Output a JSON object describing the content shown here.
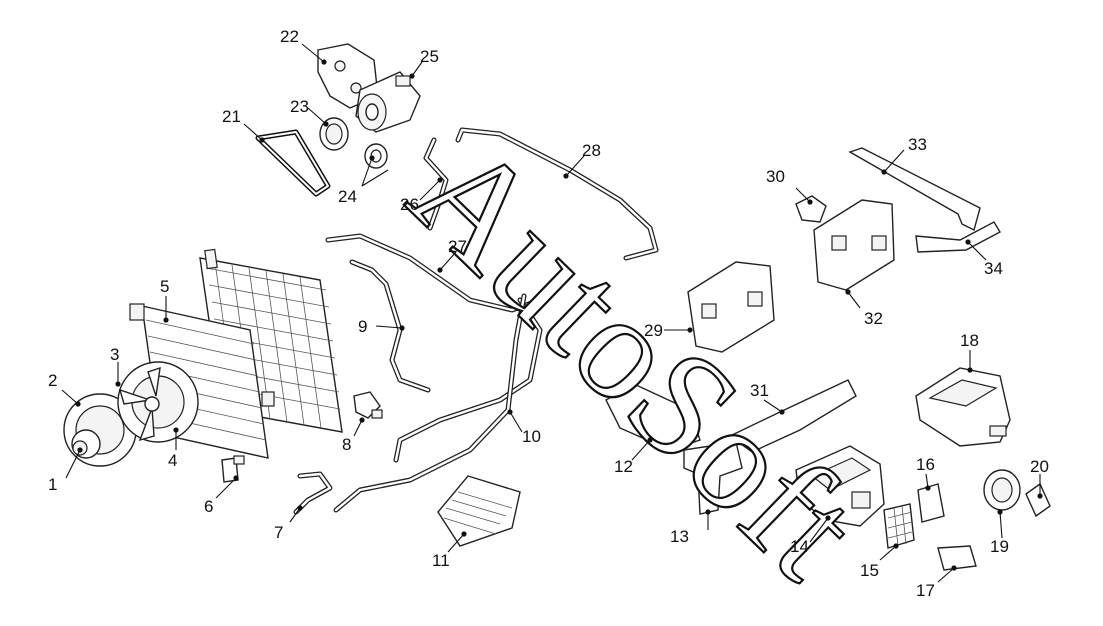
{
  "watermark": "AutoSoft",
  "labels": {
    "p1": "1",
    "p2": "2",
    "p3": "3",
    "p4": "4",
    "p5": "5",
    "p6": "6",
    "p7": "7",
    "p8": "8",
    "p9": "9",
    "p10": "10",
    "p11": "11",
    "p12": "12",
    "p13": "13",
    "p14": "14",
    "p15": "15",
    "p16": "16",
    "p17": "17",
    "p18": "18",
    "p19": "19",
    "p20": "20",
    "p21": "21",
    "p22": "22",
    "p23": "23",
    "p24": "24",
    "p25": "25",
    "p26": "26",
    "p27": "27",
    "p28": "28",
    "p29": "29",
    "p30": "30",
    "p31": "31",
    "p32": "32",
    "p33": "33",
    "p34": "34"
  }
}
